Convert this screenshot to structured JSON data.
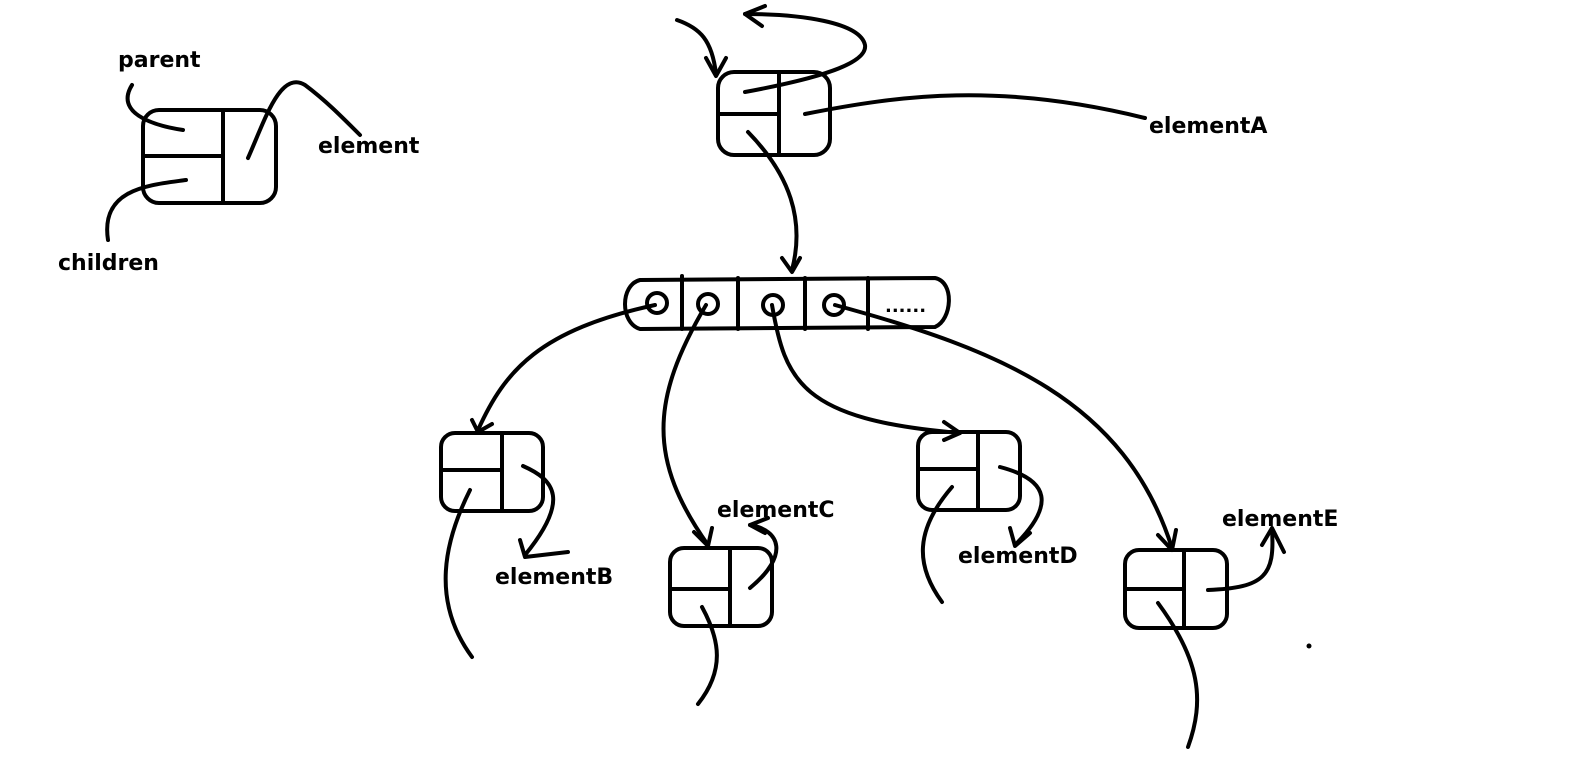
{
  "legend": {
    "parent_label": "parent",
    "element_label": "element",
    "children_label": "children"
  },
  "nodes": {
    "a_label": "elementA",
    "b_label": "elementB",
    "c_label": "elementC",
    "d_label": "elementD",
    "e_label": "elementE"
  },
  "children_array": {
    "ellipsis": "......"
  },
  "style": {
    "ink_color": "#000000",
    "background": "#ffffff"
  }
}
